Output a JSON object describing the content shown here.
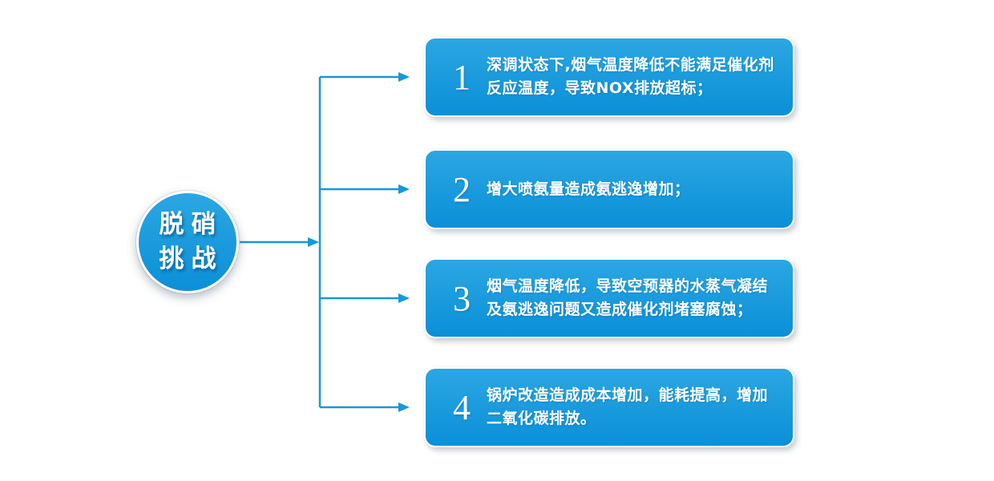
{
  "hub": {
    "label": "脱硝\n挑战"
  },
  "boxes": [
    {
      "number": "1",
      "text": "深调状态下,烟气温度降低不能满足催化剂\n反应温度，导致NOX排放超标；"
    },
    {
      "number": "2",
      "text": "增大喷氨量造成氨逃逸增加；"
    },
    {
      "number": "3",
      "text": "烟气温度降低，导致空预器的水蒸气凝结\n及氨逃逸问题又造成催化剂堵塞腐蚀；"
    },
    {
      "number": "4",
      "text": "锅炉改造造成成本增加，能耗提高，增加\n二氧化碳排放。"
    }
  ],
  "colors": {
    "accent": "#1598dc",
    "box_gradient_top": "#2ba7e2",
    "box_gradient_bottom": "#0b8fd8",
    "text": "#ffffff",
    "background": "#ffffff"
  }
}
